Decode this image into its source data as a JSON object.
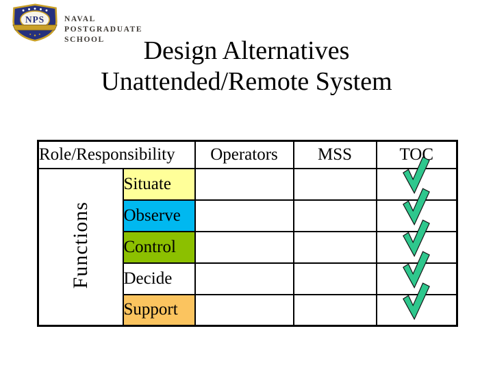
{
  "logo": {
    "acronym": "NPS",
    "org_lines": [
      "NAVAL",
      "POSTGRADUATE",
      "SCHOOL"
    ],
    "shield_navy": "#26317E",
    "shield_gold": "#C9A028"
  },
  "title": {
    "line1": "Design Alternatives",
    "line2": "Unattended/Remote System"
  },
  "table": {
    "col_headers": [
      "Role/Responsibility",
      "Operators",
      "MSS",
      "TOC"
    ],
    "row_group_label": "Functions",
    "check_color": "#2FC78D",
    "rows": [
      {
        "function": "Situate",
        "bg": "#FFFF99",
        "operators": "",
        "mss": "",
        "toc_check": true
      },
      {
        "function": "Observe",
        "bg": "#00B8F0",
        "operators": "",
        "mss": "",
        "toc_check": true
      },
      {
        "function": "Control",
        "bg": "#8CC000",
        "operators": "",
        "mss": "",
        "toc_check": true
      },
      {
        "function": "Decide",
        "bg": "#FFFFFF",
        "operators": "",
        "mss": "",
        "toc_check": true
      },
      {
        "function": "Support",
        "bg": "#FBC45F",
        "operators": "",
        "mss": "",
        "toc_check": true
      }
    ]
  }
}
